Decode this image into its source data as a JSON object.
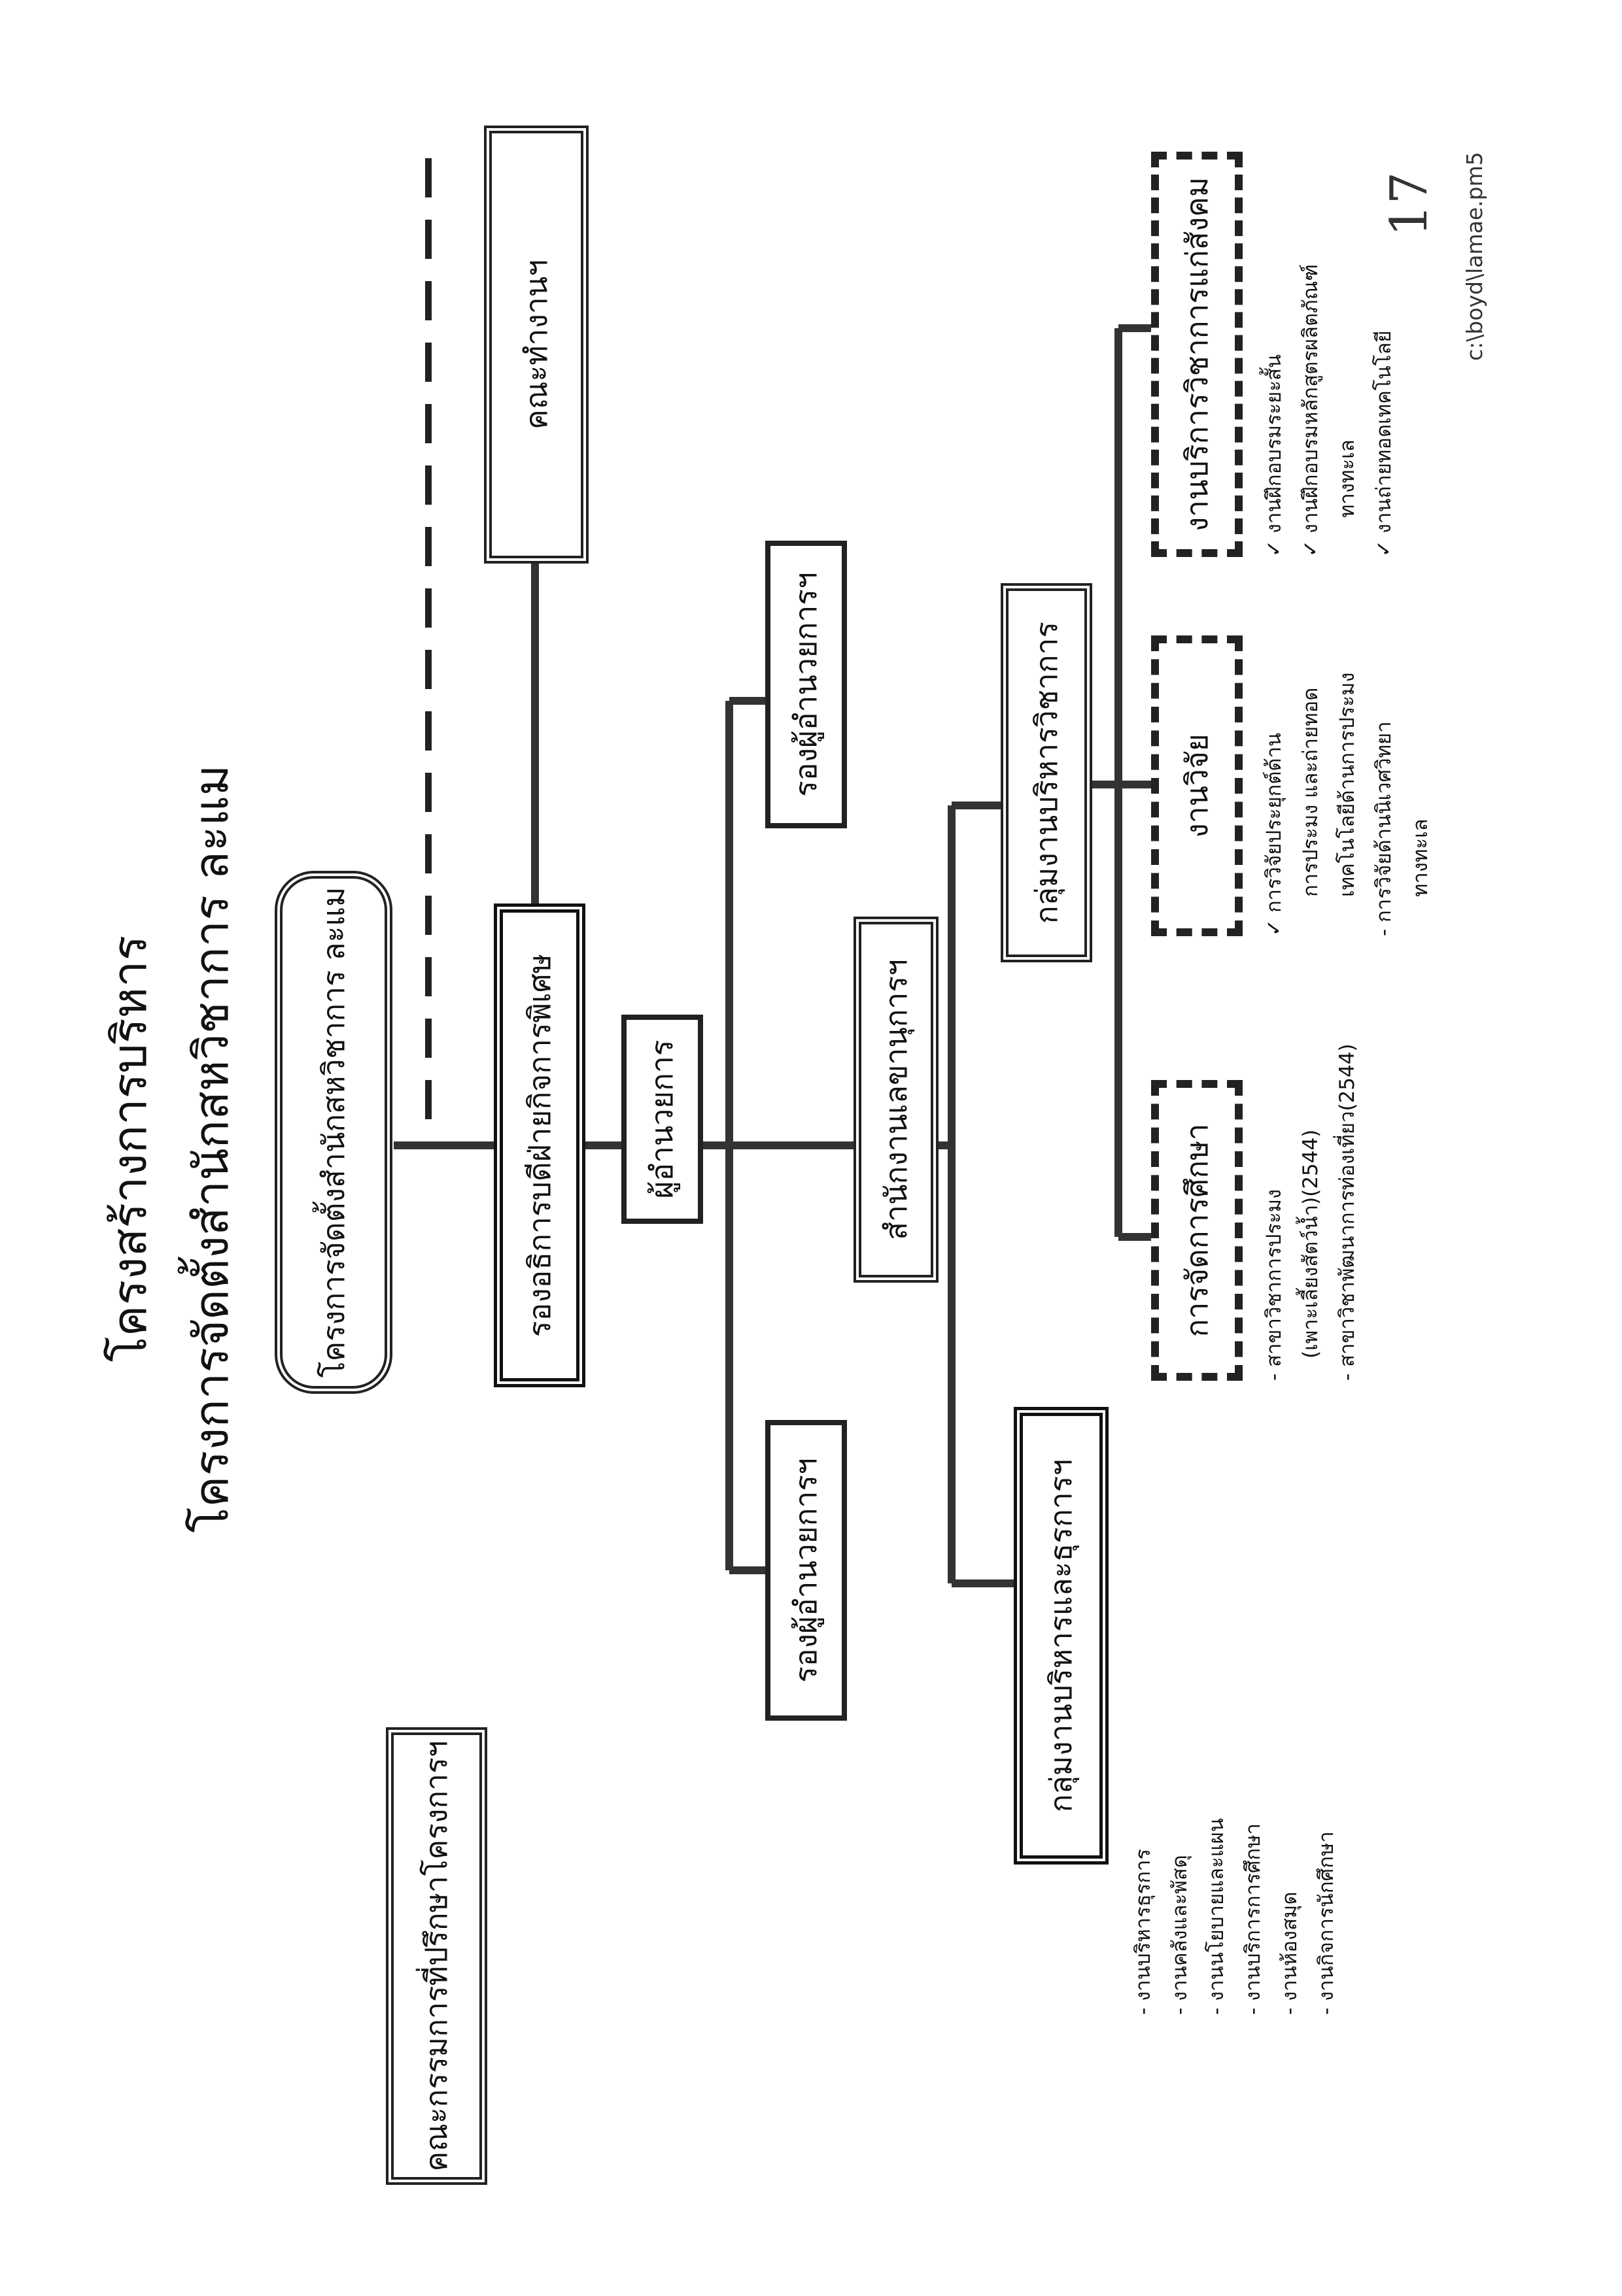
{
  "title_line1": "โครงสร้างการบริหาร",
  "title_line2": "โครงการจัดตั้งสำนักสหวิชาการ ละแม",
  "boxes": {
    "project": "โครงการจัดตั้งสำนักสหวิชาการ ละแม",
    "advisory_committee": "คณะกรรมการที่ปรึกษาโครงการฯ",
    "working_committee": "คณะทำงานฯ",
    "vice_president": "รองอธิการบดีฝ่ายกิจการพิเศษ",
    "director": "ผู้อำนวยการ",
    "deputy_director_1": "รองผู้อำนวยการฯ",
    "deputy_director_2": "รองผู้อำนวยการฯ",
    "secretary_office": "สำนักงานเลขานุการฯ",
    "admin_group": "กลุ่มงานบริหารและธุรการฯ",
    "academic_group": "กลุ่มงานบริหารวิชาการ",
    "education": "การจัดการศึกษา",
    "research": "งานวิจัย",
    "service": "งานบริการวิชาการแก่สังคม"
  },
  "admin_tasks": [
    "- งานบริหารธุรการ",
    "- งานคลังและพัสดุ",
    "- งานนโยบายและแผน",
    "- งานบริการการศึกษา",
    "- งานห้องสมุด",
    "- งานกิจการนักศึกษา"
  ],
  "education_tasks": [
    "- สาขาวิชาการประมง",
    "(เพาะเลี้ยงสัตว์น้ำ)(2544)",
    "- สาขาวิชาพัฒนาการท่องเที่ยว(2544)"
  ],
  "research_tasks": [
    "✓ การวิจัยประยุกต์ด้าน",
    "การประมง และถ่ายทอด",
    "เทคโนโลยีด้านการประมง",
    "- การวิจัยด้านนิเวศวิทยา",
    "ทางทะเล"
  ],
  "service_tasks": [
    "✓ งานฝึกอบรมระยะสั้น",
    "✓ งานฝึกอบรมหลักสูตรผลิตภัณฑ์",
    "ทางทะเล",
    "✓ งานถ่ายทอดเทคโนโลยี"
  ],
  "handwritten_mark": "17",
  "footer_path": "c:\\boyd\\lamae.pm5",
  "colors": {
    "line": "#333333",
    "border": "#222222"
  }
}
